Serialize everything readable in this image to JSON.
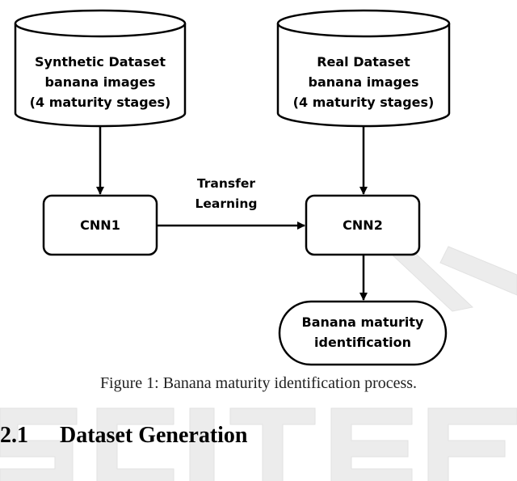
{
  "diagram": {
    "synthetic_dataset": [
      "Synthetic Dataset",
      "banana images",
      "(4 maturity stages)"
    ],
    "real_dataset": [
      "Real Dataset",
      "banana images",
      "(4 maturity stages)"
    ],
    "cnn1": "CNN1",
    "cnn2": "CNN2",
    "transfer_learning": [
      "Transfer",
      "Learning"
    ],
    "output": [
      "Banana maturity",
      "identification"
    ]
  },
  "caption": "Figure 1: Banana maturity identification process.",
  "section": {
    "number": "2.1",
    "title": "Dataset Generation"
  },
  "watermark": {
    "text": "SCITEPRESS",
    "color": "#e9e9e9"
  }
}
